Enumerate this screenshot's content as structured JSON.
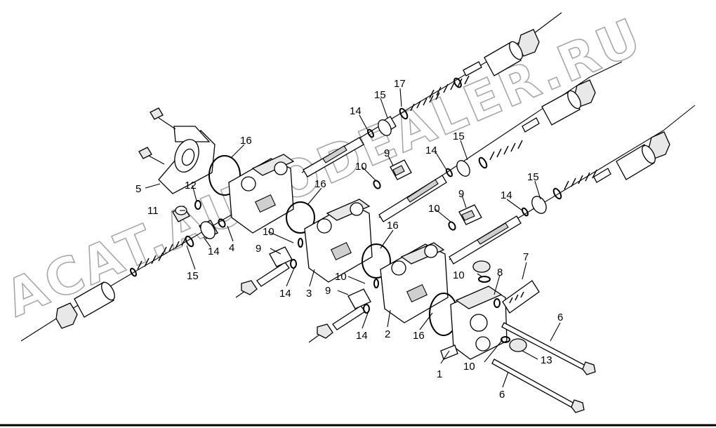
{
  "watermark": "ACAT.AUTODEALER.RU",
  "callouts": [
    {
      "id": "c1",
      "text": "1"
    },
    {
      "id": "c2",
      "text": "2"
    },
    {
      "id": "c3",
      "text": "3"
    },
    {
      "id": "c4",
      "text": "4"
    },
    {
      "id": "c5",
      "text": "5"
    },
    {
      "id": "c6a",
      "text": "6"
    },
    {
      "id": "c6b",
      "text": "6"
    },
    {
      "id": "c7",
      "text": "7"
    },
    {
      "id": "c8",
      "text": "8"
    },
    {
      "id": "c9a",
      "text": "9"
    },
    {
      "id": "c9b",
      "text": "9"
    },
    {
      "id": "c9c",
      "text": "9"
    },
    {
      "id": "c9d",
      "text": "9"
    },
    {
      "id": "c10a",
      "text": "10"
    },
    {
      "id": "c10b",
      "text": "10"
    },
    {
      "id": "c10c",
      "text": "10"
    },
    {
      "id": "c10d",
      "text": "10"
    },
    {
      "id": "c10e",
      "text": "10"
    },
    {
      "id": "c10f",
      "text": "10"
    },
    {
      "id": "c11",
      "text": "11"
    },
    {
      "id": "c12",
      "text": "12"
    },
    {
      "id": "c13",
      "text": "13"
    },
    {
      "id": "c14a",
      "text": "14"
    },
    {
      "id": "c14b",
      "text": "14"
    },
    {
      "id": "c14c",
      "text": "14"
    },
    {
      "id": "c14d",
      "text": "14"
    },
    {
      "id": "c14e",
      "text": "14"
    },
    {
      "id": "c14f",
      "text": "14"
    },
    {
      "id": "c15a",
      "text": "15"
    },
    {
      "id": "c15b",
      "text": "15"
    },
    {
      "id": "c15c",
      "text": "15"
    },
    {
      "id": "c15d",
      "text": "15"
    },
    {
      "id": "c16a",
      "text": "16"
    },
    {
      "id": "c16b",
      "text": "16"
    },
    {
      "id": "c16c",
      "text": "16"
    },
    {
      "id": "c16d",
      "text": "16"
    },
    {
      "id": "c17",
      "text": "17"
    }
  ]
}
